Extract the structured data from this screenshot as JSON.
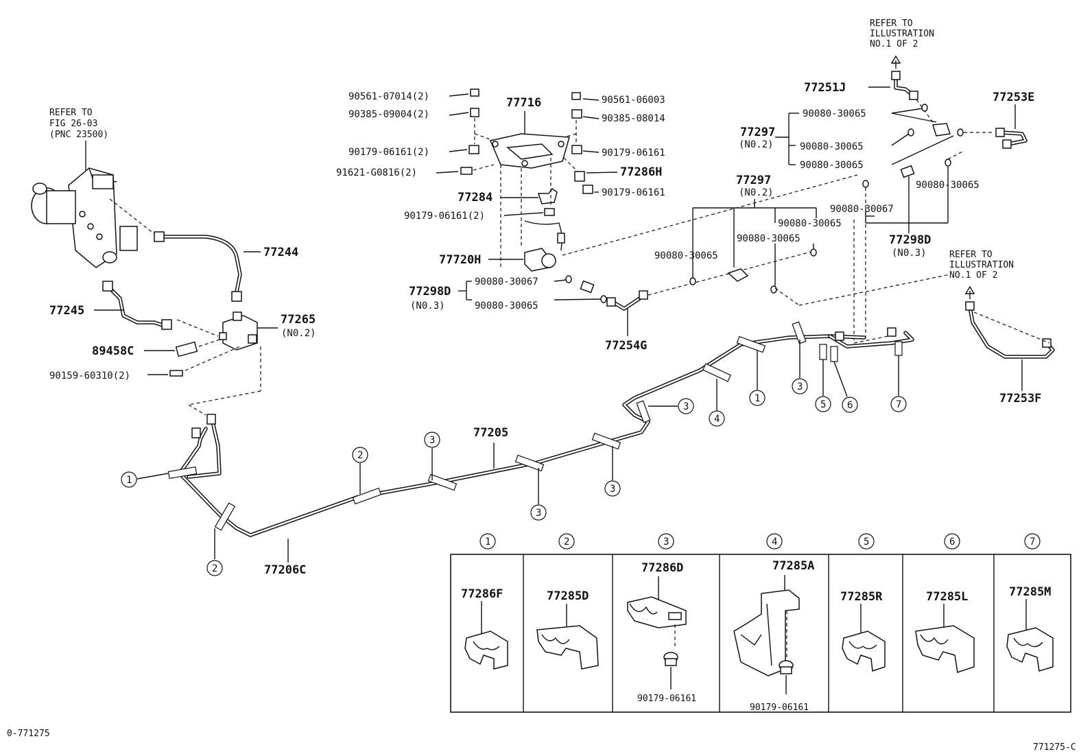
{
  "refs": {
    "fig_top_right_1": [
      "REFER TO",
      "ILLUSTRATION",
      "NO.1 OF 2"
    ],
    "fig_right_mid": [
      "REFER TO",
      "ILLUSTRATION",
      "NO.1 OF 2"
    ],
    "fig_left": [
      "REFER TO",
      "FIG 26-03",
      "(PNC 23500)"
    ]
  },
  "labels": {
    "p77716": "77716",
    "p90561_07014": "90561-07014(2)",
    "p90385_09004": "90385-09004(2)",
    "p90179_06161_2a": "90179-06161(2)",
    "p91621": "91621-G0816(2)",
    "p77284": "77284",
    "p90179_06161_2b": "90179-06161(2)",
    "p77720h": "77720H",
    "p77298d_a": "77298D",
    "p77298d_a_note": "(N0.3)",
    "p90080_30067_a": "90080-30067",
    "p90080_30065_a": "90080-30065",
    "p90561_06003": "90561-06003",
    "p90385_08014": "90385-08014",
    "p90179_06161_r1": "90179-06161",
    "p77286h": "77286H",
    "p90179_06161_r2": "90179-06161",
    "p77244": "77244",
    "p77245": "77245",
    "p77265": "77265",
    "p77265_note": "(N0.2)",
    "p89458c": "89458C",
    "p90159": "90159-60310(2)",
    "p77251j": "77251J",
    "p77253e": "77253E",
    "p77297a": "77297",
    "p77297a_note": "(N0.2)",
    "p90080_30065_b": "90080-30065",
    "p90080_30065_c": "90080-30065",
    "p90080_30065_d": "90080-30065",
    "p90080_30065_e": "90080-30065",
    "p77297b": "77297",
    "p77297b_note": "(N0.2)",
    "p90080_30067_b": "90080-30067",
    "p90080_30065_f": "90080-30065",
    "p90080_30065_g": "90080-30065",
    "p90080_30065_h": "90080-30065",
    "p77298d_b": "77298D",
    "p77298d_b_note": "(N0.3)",
    "p77254g": "77254G",
    "p77253f": "77253F",
    "p77205": "77205",
    "p77206c": "77206C"
  },
  "callouts": [
    "1",
    "2",
    "3",
    "4",
    "5",
    "6",
    "7"
  ],
  "legend_table": [
    {
      "num": "1",
      "part": "77286F"
    },
    {
      "num": "2",
      "part": "77285D"
    },
    {
      "num": "3",
      "part": "77286D",
      "sub": "90179-06161"
    },
    {
      "num": "4",
      "part": "77285A",
      "sub": "90179-06161"
    },
    {
      "num": "5",
      "part": "77285R"
    },
    {
      "num": "6",
      "part": "77285L"
    },
    {
      "num": "7",
      "part": "77285M"
    }
  ],
  "footer": {
    "left": "0-771275",
    "right": "771275-C"
  }
}
